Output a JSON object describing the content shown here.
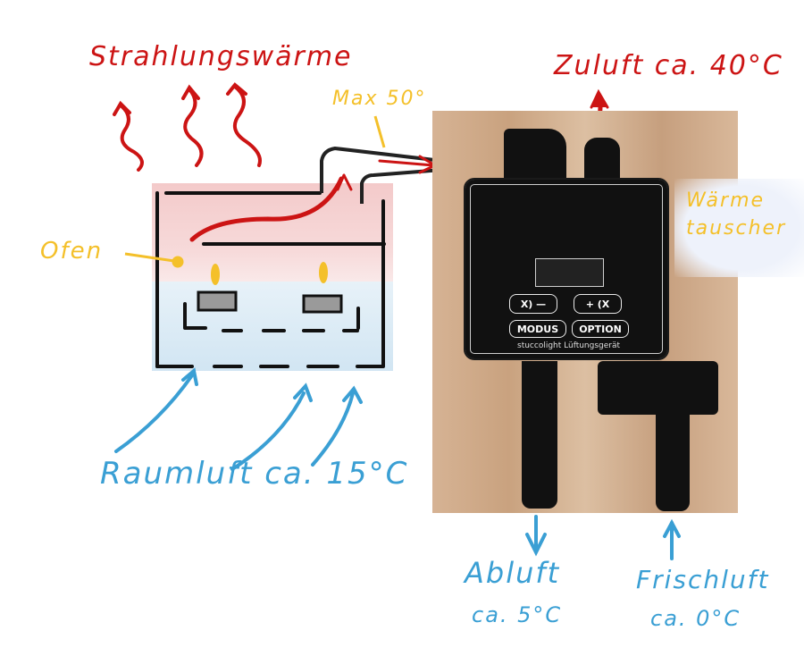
{
  "labels": {
    "radiant_heat": "Strahlungswärme",
    "supply_air": "Zuluft ca. 40°C",
    "max_temp": "Max 50°",
    "oven": "Ofen",
    "heat_exchanger_line1": "Wärme",
    "heat_exchanger_line2": "tauscher",
    "room_air": "Raumluft ca. 15°C",
    "exhaust_air_line1": "Abluft",
    "exhaust_air_line2": "ca. 5°C",
    "fresh_air_line1": "Frischluft",
    "fresh_air_line2": "ca. 0°C"
  },
  "device": {
    "brand": "stuccolight Lüftungsgerät",
    "buttons": [
      {
        "label": "X) —"
      },
      {
        "label": "+ (X"
      },
      {
        "label": "MODUS"
      },
      {
        "label": "OPTION"
      }
    ]
  },
  "colors": {
    "heat": "#cc1414",
    "cold": "#3a9fd4",
    "annotation": "#f4c02a"
  }
}
